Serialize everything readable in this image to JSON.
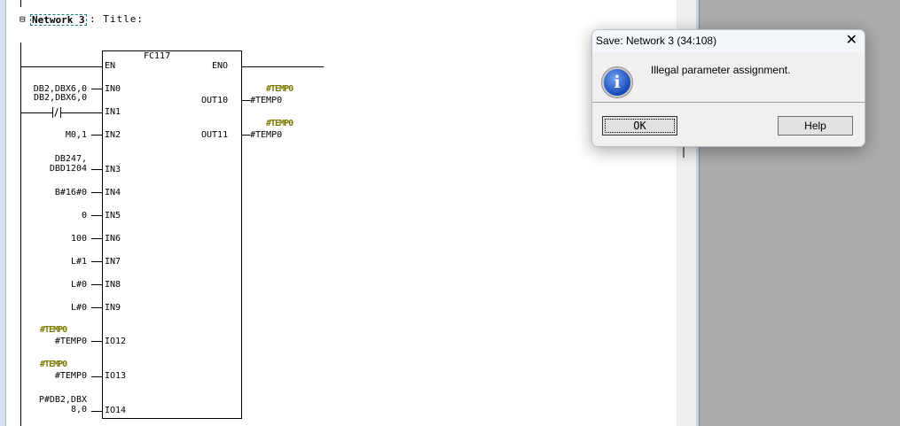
{
  "network": {
    "collapse_glyph": "⊟",
    "label": "Network 3",
    "title_sep": ": Title:"
  },
  "block": {
    "name": "FC117",
    "en": "EN",
    "eno": "ENO",
    "inputs": [
      {
        "pin": "IN0",
        "value": "DB2,DBX6,0"
      },
      {
        "pin": "IN1",
        "value": "DB2,DBX6,0"
      },
      {
        "pin": "IN2",
        "value": "M0,1"
      },
      {
        "pin": "IN3",
        "value": "DB247,\nDBD1204"
      },
      {
        "pin": "IN4",
        "value": "B#16#0"
      },
      {
        "pin": "IN5",
        "value": "0"
      },
      {
        "pin": "IN6",
        "value": "100"
      },
      {
        "pin": "IN7",
        "value": "L#1"
      },
      {
        "pin": "IN8",
        "value": "L#0"
      },
      {
        "pin": "IN9",
        "value": "L#0"
      },
      {
        "pin": "IO12",
        "value": "#TEMP0",
        "error": "#TEMP0"
      },
      {
        "pin": "IO13",
        "value": "#TEMP0",
        "error": "#TEMP0"
      },
      {
        "pin": "IO14",
        "value": "P#DB2,DBX\n8,0"
      }
    ],
    "outputs": [
      {
        "pin": "OUT10",
        "value": "#TEMP0",
        "error": "#TEMP0"
      },
      {
        "pin": "OUT11",
        "value": "#TEMP0",
        "error": "#TEMP0"
      }
    ]
  },
  "dialog": {
    "title": "Save: Network 3  (34:108)",
    "close": "✕",
    "icon": "info-icon",
    "message": "Illegal parameter assignment.",
    "ok": "OK",
    "help": "Help"
  },
  "colors": {
    "error_text": "#7a7a00",
    "background": "#ababab"
  }
}
